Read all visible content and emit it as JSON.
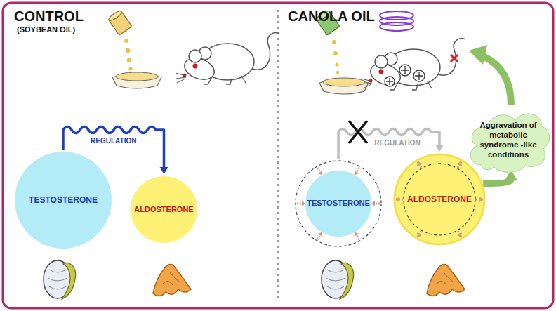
{
  "diagram": {
    "nodes": [
      {
        "text": [
          "TESTOSTERONE"
        ]
      },
      {
        "text": [
          "ALDOSTERONE"
        ]
      },
      {
        "text": [
          "TESTOSTERONE"
        ]
      },
      {
        "text": [
          "ALDOSTERONE"
        ]
      },
      {
        "text": [
          "Aggravation of metabolic syndrome -like conditions"
        ]
      }
    ],
    "edges": [
      {
        "from": 0,
        "to": 1,
        "arrow": "to",
        "label": "REGULATION"
      },
      {
        "from": 2,
        "to": 3,
        "arrow": "to",
        "label": "REGULATION"
      },
      {
        "from": 3,
        "to": 4,
        "arrow": "to"
      }
    ],
    "labels": [
      "CONTROL",
      "(SOYBEAN OIL)",
      "CANOLA OIL"
    ]
  }
}
